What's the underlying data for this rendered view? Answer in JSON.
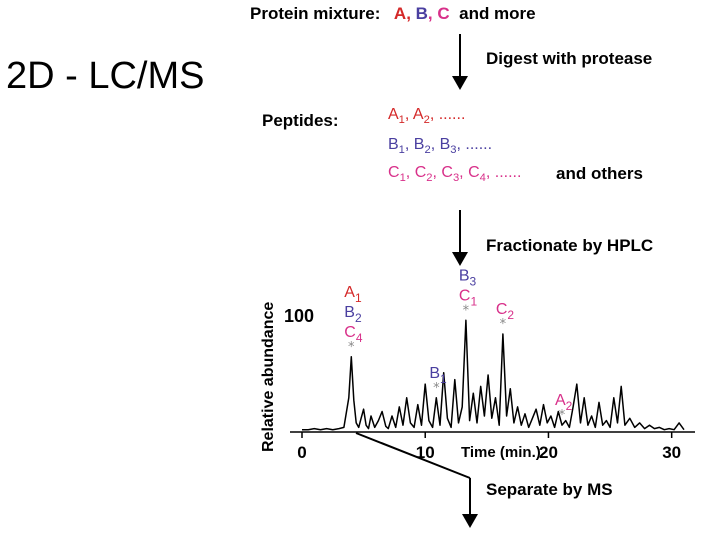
{
  "title": "2D - LC/MS",
  "protein": {
    "label": "Protein mixture:",
    "a": "A",
    "b": "B",
    "c": "C",
    "sep1": ", ",
    "sep2": ", ",
    "more": "and more"
  },
  "steps": {
    "digest": "Digest with protease",
    "fractionate": "Fractionate by HPLC",
    "separate": "Separate by MS"
  },
  "peptides": {
    "label": "Peptides:",
    "row_a": {
      "letter": "A",
      "subs": [
        "1",
        "2"
      ],
      "ellipsis": "......"
    },
    "row_b": {
      "letter": "B",
      "subs": [
        "1",
        "2",
        "3"
      ],
      "ellipsis": "......"
    },
    "row_c": {
      "letter": "C",
      "subs": [
        "1",
        "2",
        "3",
        "4"
      ],
      "ellipsis": "......"
    },
    "others": "and others"
  },
  "chart_data": {
    "type": "line",
    "title": "",
    "xlabel": "Time (min.)",
    "ylabel": "Relative abundance",
    "xlim": [
      0,
      31
    ],
    "ylim": [
      0,
      100
    ],
    "xticks": [
      "0",
      "10",
      "20",
      "30"
    ],
    "xtick_values": [
      0,
      10,
      20,
      30
    ],
    "ytick_label": "100",
    "grid": false,
    "x": [
      0,
      0.5,
      1,
      1.5,
      2,
      2.5,
      3,
      3.4,
      3.8,
      4.0,
      4.2,
      4.4,
      4.6,
      4.8,
      5.0,
      5.2,
      5.4,
      5.6,
      5.9,
      6.2,
      6.5,
      6.8,
      7.0,
      7.3,
      7.6,
      7.9,
      8.2,
      8.5,
      8.8,
      9.1,
      9.4,
      9.7,
      10.0,
      10.3,
      10.6,
      10.9,
      11.2,
      11.5,
      11.8,
      12.1,
      12.4,
      12.7,
      13.0,
      13.3,
      13.6,
      13.9,
      14.2,
      14.5,
      14.8,
      15.1,
      15.4,
      15.7,
      16.0,
      16.3,
      16.6,
      16.9,
      17.2,
      17.5,
      17.8,
      18.1,
      18.4,
      18.7,
      19.0,
      19.3,
      19.6,
      19.9,
      20.2,
      20.5,
      20.8,
      21.1,
      21.4,
      21.7,
      22.0,
      22.3,
      22.6,
      22.9,
      23.2,
      23.5,
      23.8,
      24.1,
      24.4,
      24.7,
      25.0,
      25.3,
      25.6,
      25.9,
      26.2,
      26.6,
      27.0,
      27.4,
      27.8,
      28.2,
      28.6,
      29.0,
      29.4,
      29.8,
      30.2,
      30.6,
      31.0
    ],
    "y": [
      2,
      2,
      3,
      2,
      3,
      2,
      3,
      4,
      30,
      66,
      28,
      8,
      4,
      12,
      20,
      6,
      3,
      14,
      4,
      10,
      18,
      5,
      3,
      14,
      4,
      22,
      6,
      30,
      8,
      4,
      24,
      6,
      42,
      10,
      4,
      30,
      6,
      52,
      12,
      4,
      46,
      8,
      22,
      98,
      10,
      34,
      8,
      40,
      14,
      50,
      12,
      30,
      6,
      86,
      14,
      38,
      8,
      22,
      6,
      16,
      4,
      12,
      20,
      6,
      24,
      8,
      14,
      4,
      18,
      6,
      10,
      4,
      22,
      42,
      8,
      30,
      6,
      14,
      4,
      26,
      6,
      10,
      4,
      30,
      8,
      40,
      6,
      12,
      4,
      8,
      3,
      6,
      3,
      4,
      2,
      3,
      2,
      8,
      2,
      3,
      2
    ],
    "peak_annotations": [
      {
        "x": 4.0,
        "labels": [
          {
            "letter": "A",
            "sub": "1",
            "color": "#d42828"
          },
          {
            "letter": "B",
            "sub": "2",
            "color": "#4a3fa0"
          },
          {
            "letter": "C",
            "sub": "4",
            "color": "#d8308a"
          }
        ]
      },
      {
        "x": 10.9,
        "labels": [
          {
            "letter": "B",
            "sub": "1",
            "color": "#4a3fa0"
          }
        ]
      },
      {
        "x": 13.3,
        "labels": [
          {
            "letter": "B",
            "sub": "3",
            "color": "#4a3fa0"
          },
          {
            "letter": "C",
            "sub": "1",
            "color": "#d8308a"
          }
        ]
      },
      {
        "x": 16.3,
        "labels": [
          {
            "letter": "C",
            "sub": "2",
            "color": "#d8308a"
          }
        ]
      },
      {
        "x": 21.1,
        "labels": [
          {
            "letter": "A",
            "sub": "2",
            "color": "#d8308a"
          }
        ]
      }
    ],
    "marker_glyph": "*"
  }
}
